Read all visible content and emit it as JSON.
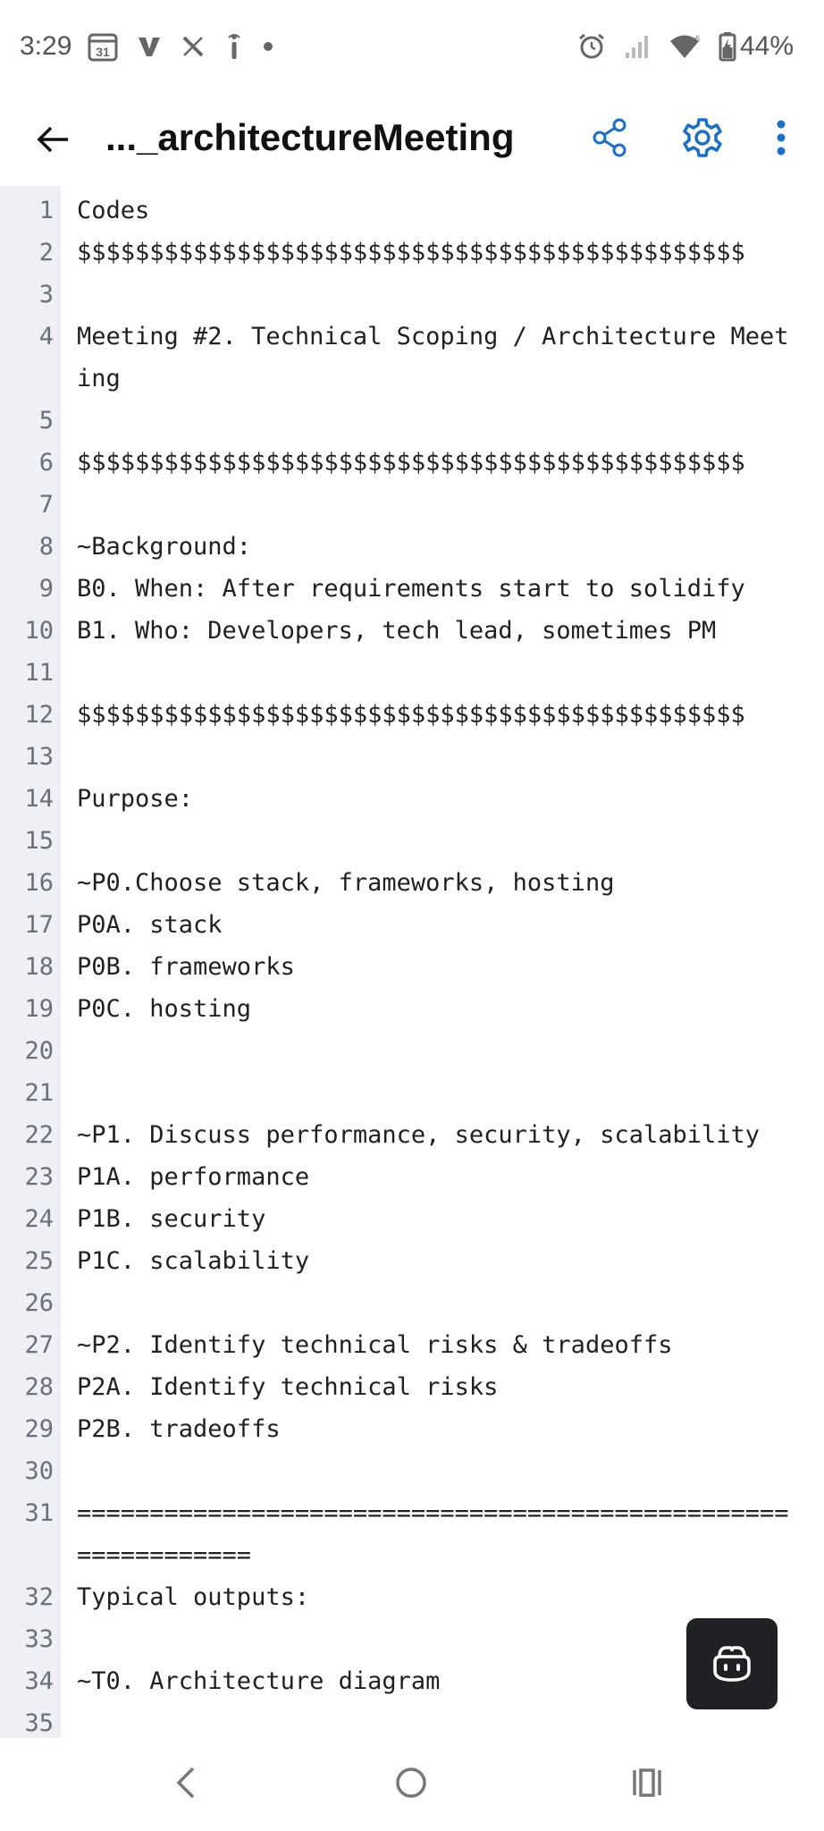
{
  "status_bar": {
    "time": "3:29",
    "calendar_day": "31",
    "battery_text": "44%",
    "icons": [
      "calendar-icon",
      "v-app-icon",
      "x-app-icon",
      "info-icon",
      "dot-icon",
      "alarm-icon",
      "signal-icon",
      "wifi-icon",
      "battery-charging-icon"
    ]
  },
  "app_bar": {
    "title": "..._architectureMeeting",
    "accent_color": "#1a6fc9",
    "icons": [
      "back-arrow-icon",
      "share-icon",
      "gear-icon",
      "more-vert-icon"
    ]
  },
  "editor": {
    "lines": [
      {
        "number": "1",
        "text": "Codes"
      },
      {
        "number": "2",
        "text": "$$$$$$$$$$$$$$$$$$$$$$$$$$$$$$$$$$$$$$$$$$$$$$"
      },
      {
        "number": "3",
        "text": ""
      },
      {
        "number": "4",
        "text": "Meeting #2. Technical Scoping / Architecture Meeting"
      },
      {
        "number": "5",
        "text": ""
      },
      {
        "number": "6",
        "text": "$$$$$$$$$$$$$$$$$$$$$$$$$$$$$$$$$$$$$$$$$$$$$$"
      },
      {
        "number": "7",
        "text": ""
      },
      {
        "number": "8",
        "text": "~Background:"
      },
      {
        "number": "9",
        "text": "B0. When: After requirements start to solidify"
      },
      {
        "number": "10",
        "text": "B1. Who: Developers, tech lead, sometimes PM"
      },
      {
        "number": "11",
        "text": ""
      },
      {
        "number": "12",
        "text": "$$$$$$$$$$$$$$$$$$$$$$$$$$$$$$$$$$$$$$$$$$$$$$"
      },
      {
        "number": "13",
        "text": ""
      },
      {
        "number": "14",
        "text": "Purpose:"
      },
      {
        "number": "15",
        "text": ""
      },
      {
        "number": "16",
        "text": "~P0.Choose stack, frameworks, hosting"
      },
      {
        "number": "17",
        "text": "P0A. stack"
      },
      {
        "number": "18",
        "text": "P0B. frameworks"
      },
      {
        "number": "19",
        "text": "P0C. hosting"
      },
      {
        "number": "20",
        "text": ""
      },
      {
        "number": "21",
        "text": ""
      },
      {
        "number": "22",
        "text": "~P1. Discuss performance, security, scalability"
      },
      {
        "number": "23",
        "text": "P1A. performance"
      },
      {
        "number": "24",
        "text": "P1B. security"
      },
      {
        "number": "25",
        "text": "P1C. scalability"
      },
      {
        "number": "26",
        "text": ""
      },
      {
        "number": "27",
        "text": "~P2. Identify technical risks & tradeoffs"
      },
      {
        "number": "28",
        "text": "P2A. Identify technical risks"
      },
      {
        "number": "29",
        "text": "P2B. tradeoffs"
      },
      {
        "number": "30",
        "text": ""
      },
      {
        "number": "31",
        "text": "============================================================="
      },
      {
        "number": "32",
        "text": "Typical outputs:"
      },
      {
        "number": "33",
        "text": ""
      },
      {
        "number": "34",
        "text": "~T0. Architecture diagram"
      },
      {
        "number": "35",
        "text": ""
      }
    ]
  },
  "fab": {
    "icon": "copilot-icon"
  },
  "nav_bar": {
    "icons": [
      "nav-back-icon",
      "nav-home-icon",
      "nav-recents-icon"
    ]
  }
}
